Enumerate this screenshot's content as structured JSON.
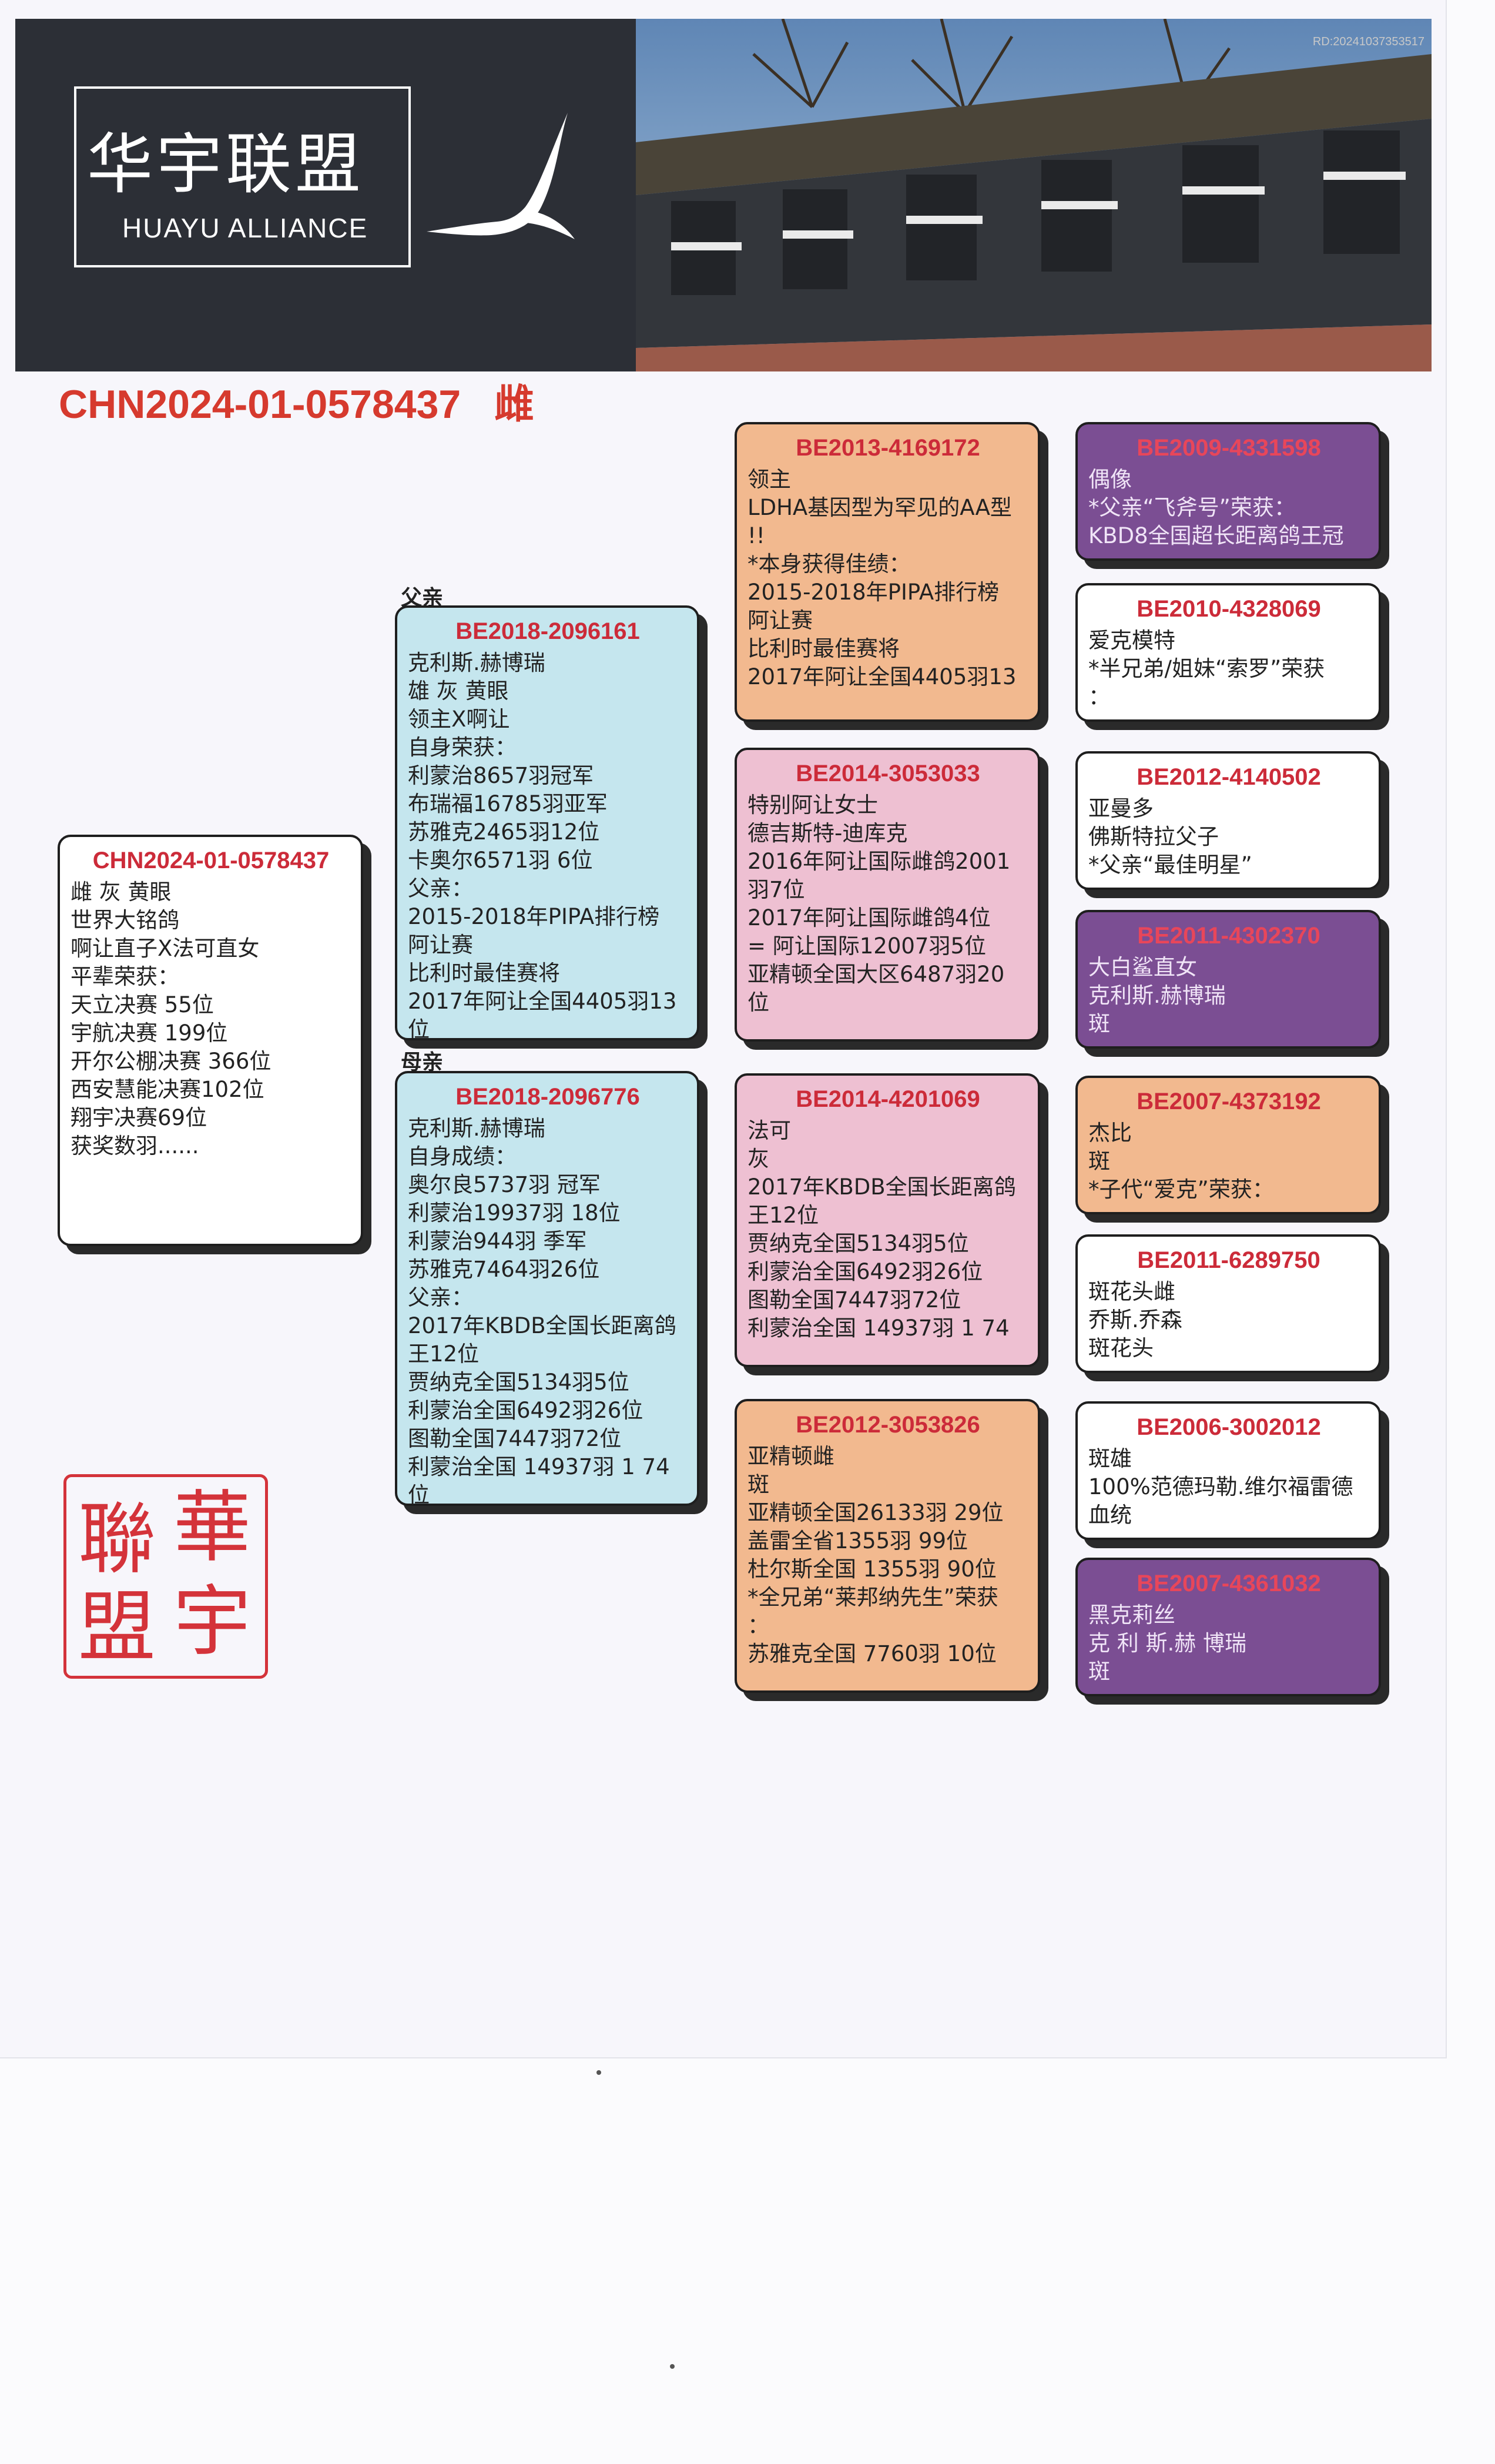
{
  "header": {
    "logo_cn": "华宇联盟",
    "logo_en": "HUAYU ALLIANCE",
    "photo_id": "RD:20241037353517"
  },
  "title": "CHN2024-01-0578437   雌",
  "labels": {
    "father": "父亲",
    "mother": "母亲"
  },
  "subject": {
    "id": "CHN2024-01-0578437",
    "lines": [
      "雌  灰  黄眼",
      "世界大铭鸽",
      "啊让直子X法可直女",
      "平辈荣获：",
      "天立决赛 55位",
      "宇航决赛 199位",
      "开尔公棚决赛 366位",
      "西安慧能决赛102位",
      "翔宇决赛69位",
      "获奖数羽......"
    ]
  },
  "father": {
    "id": "BE2018-2096161",
    "lines": [
      "克利斯.赫博瑞",
      "雄 灰 黄眼",
      "领主X啊让",
      "自身荣获：",
      "利蒙治8657羽冠军",
      "布瑞福16785羽亚军",
      "苏雅克2465羽12位",
      "卡奥尔6571羽 6位",
      "父亲：",
      "2015-2018年PIPA排行榜",
      "阿让赛",
      "比利时最佳赛将",
      "2017年阿让全国4405羽13",
      "位"
    ]
  },
  "mother": {
    "id": "BE2018-2096776",
    "lines": [
      "克利斯.赫博瑞",
      "自身成绩：",
      "奥尔良5737羽 冠军",
      "利蒙治19937羽 18位",
      "利蒙治944羽 季军",
      "苏雅克7464羽26位",
      "父亲：",
      "2017年KBDB全国长距离鸽",
      "王12位",
      "贾纳克全国5134羽5位",
      "利蒙治全国6492羽26位",
      "图勒全国7447羽72位",
      "利蒙治全国 14937羽 1 74",
      "位"
    ]
  },
  "grandparents": [
    {
      "id": "BE2013-4169172",
      "lines": [
        "领主",
        "LDHA基因型为罕见的AA型",
        "!!",
        "*本身获得佳绩：",
        "2015-2018年PIPA排行榜",
        "阿让赛",
        "比利时最佳赛将",
        "2017年阿让全国4405羽13"
      ]
    },
    {
      "id": "BE2014-3053033",
      "lines": [
        "特别阿让女士",
        "德吉斯特-迪库克",
        "2016年阿让国际雌鸽2001",
        "羽7位",
        "2017年阿让国际雌鸽4位",
        "= 阿让国际12007羽5位",
        "亚精顿全国大区6487羽20",
        "位"
      ]
    },
    {
      "id": "BE2014-4201069",
      "lines": [
        "法可",
        "灰",
        "2017年KBDB全国长距离鸽",
        "王12位",
        "贾纳克全国5134羽5位",
        "利蒙治全国6492羽26位",
        "图勒全国7447羽72位",
        "利蒙治全国 14937羽 1 74"
      ]
    },
    {
      "id": "BE2012-3053826",
      "lines": [
        "亚精顿雌",
        "斑",
        "亚精顿全国26133羽 29位",
        "盖雷全省1355羽 99位",
        "杜尔斯全国 1355羽 90位",
        "*全兄弟“莱邦纳先生”荣获",
        "：",
        "苏雅克全国 7760羽 10位"
      ]
    }
  ],
  "great_grandparents": [
    {
      "id": "BE2009-4331598",
      "lines": [
        "偶像",
        "*父亲“飞斧号”荣获：",
        "KBD8全国超长距离鸽王冠"
      ]
    },
    {
      "id": "BE2010-4328069",
      "lines": [
        "爱克模特",
        "*半兄弟/姐妹“索罗”荣获",
        "："
      ]
    },
    {
      "id": "BE2012-4140502",
      "lines": [
        "亚曼多",
        "佛斯特拉父子",
        "*父亲“最佳明星”"
      ]
    },
    {
      "id": "BE2011-4302370",
      "lines": [
        "大白鲨直女",
        "克利斯.赫博瑞",
        "斑"
      ]
    },
    {
      "id": "BE2007-4373192",
      "lines": [
        "杰比",
        "斑",
        "*子代“爱克”荣获："
      ]
    },
    {
      "id": "BE2011-6289750",
      "lines": [
        "斑花头雌",
        "乔斯.乔森",
        "斑花头"
      ]
    },
    {
      "id": "BE2006-3002012",
      "lines": [
        "斑雄",
        "100%范德玛勒.维尔福雷德",
        "血统"
      ]
    },
    {
      "id": "BE2007-4361032",
      "lines": [
        "黑克莉丝",
        "克 利 斯.赫 博瑞",
        "斑"
      ]
    }
  ],
  "seal": {
    "chars": [
      "華",
      "宇",
      "聯",
      "盟"
    ]
  },
  "colors": {
    "accent_red": "#d63a2e",
    "id_red": "#cc2b39",
    "blue": "#c5e6ee",
    "orange": "#f2b98f",
    "pink": "#eec0d2",
    "purple": "#7b4e93"
  }
}
